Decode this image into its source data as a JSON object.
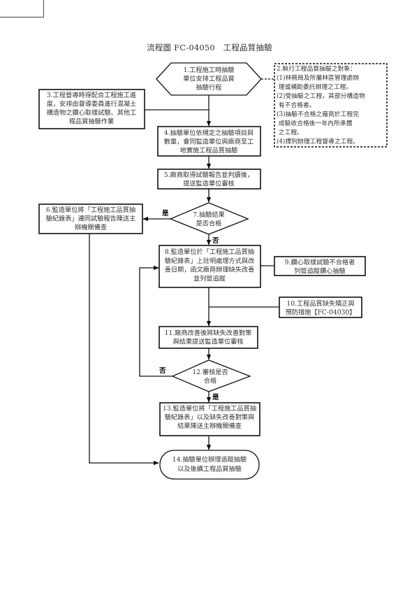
{
  "title": "流程圖 FC-04050　工程品質抽驗",
  "nodes": {
    "n1": {
      "shape": "hexagon",
      "lines": [
        "1.工程施工時抽驗",
        "單位安排工程品質",
        "抽驗行程"
      ]
    },
    "n2": {
      "shape": "dashed-note",
      "lines": [
        "2.執行工程品質抽驗之對象：",
        "(1)林務局及所屬林區管理處辦",
        "   理或補助委託辦理之工程。",
        "(2)受抽驗之工程，其部分構造物",
        "   有不合格者。",
        "(3)抽驗不合格之廠商於工程完",
        "   成驗收合格後一年內所承攬",
        "   之工程。",
        "(4)擇列辦理工程督導之工程。"
      ]
    },
    "n3": {
      "shape": "process",
      "lines": [
        "3.工程督導時得配合工程施工進",
        "度，安排由督導委員進行混凝土",
        "構造物之鑽心取樣試驗、其他工",
        "程品質抽驗作業"
      ]
    },
    "n4": {
      "shape": "process",
      "lines": [
        "4.抽驗單位依規定之抽驗項目與",
        "數量，會同監造單位與廠商至工",
        "地實施工程品質抽驗"
      ]
    },
    "n5": {
      "shape": "process",
      "lines": [
        "5.廠商取得試驗報告並判讀後，",
        "提送監造單位審核"
      ]
    },
    "n6": {
      "shape": "process",
      "lines": [
        "6.監造單位將「工程施工品質抽",
        "驗紀錄表」連同試驗報告陳送主",
        "辦機關備查"
      ]
    },
    "n7": {
      "shape": "decision",
      "lines": [
        "7.抽驗結果",
        "是否合格"
      ]
    },
    "n8": {
      "shape": "process",
      "lines": [
        "8.監造單位於「工程施工品質抽",
        "驗紀錄表」上註明處理方式與改",
        "善日期，函文廠商辦理缺失改善",
        "並列管追蹤"
      ]
    },
    "n9": {
      "shape": "process",
      "lines": [
        "9.鑽心取樣試驗不合格者",
        "列管追蹤鑽心抽驗"
      ]
    },
    "n10": {
      "shape": "process",
      "lines": [
        "10.工程品質缺失矯正與",
        "預防措施【FC-04030】"
      ]
    },
    "n11": {
      "shape": "process",
      "lines": [
        "11.廠商改善後將缺失改善對策",
        "與結果提送監造單位審核"
      ]
    },
    "n12": {
      "shape": "decision",
      "lines": [
        "12.審核是否",
        "合格"
      ]
    },
    "n13": {
      "shape": "process",
      "lines": [
        "13.監造單位將「工程施工品質抽",
        "驗紀錄表」以及缺失改善對策與",
        "結果陳送主辦機關備查"
      ]
    },
    "n14": {
      "shape": "terminator",
      "lines": [
        "14.抽驗單位辦理追蹤抽驗",
        "以及後續工程品質抽驗"
      ]
    }
  },
  "edges": {
    "n7_yes": "是",
    "n7_no": "否",
    "n12_no": "否",
    "n12_yes": "是"
  }
}
